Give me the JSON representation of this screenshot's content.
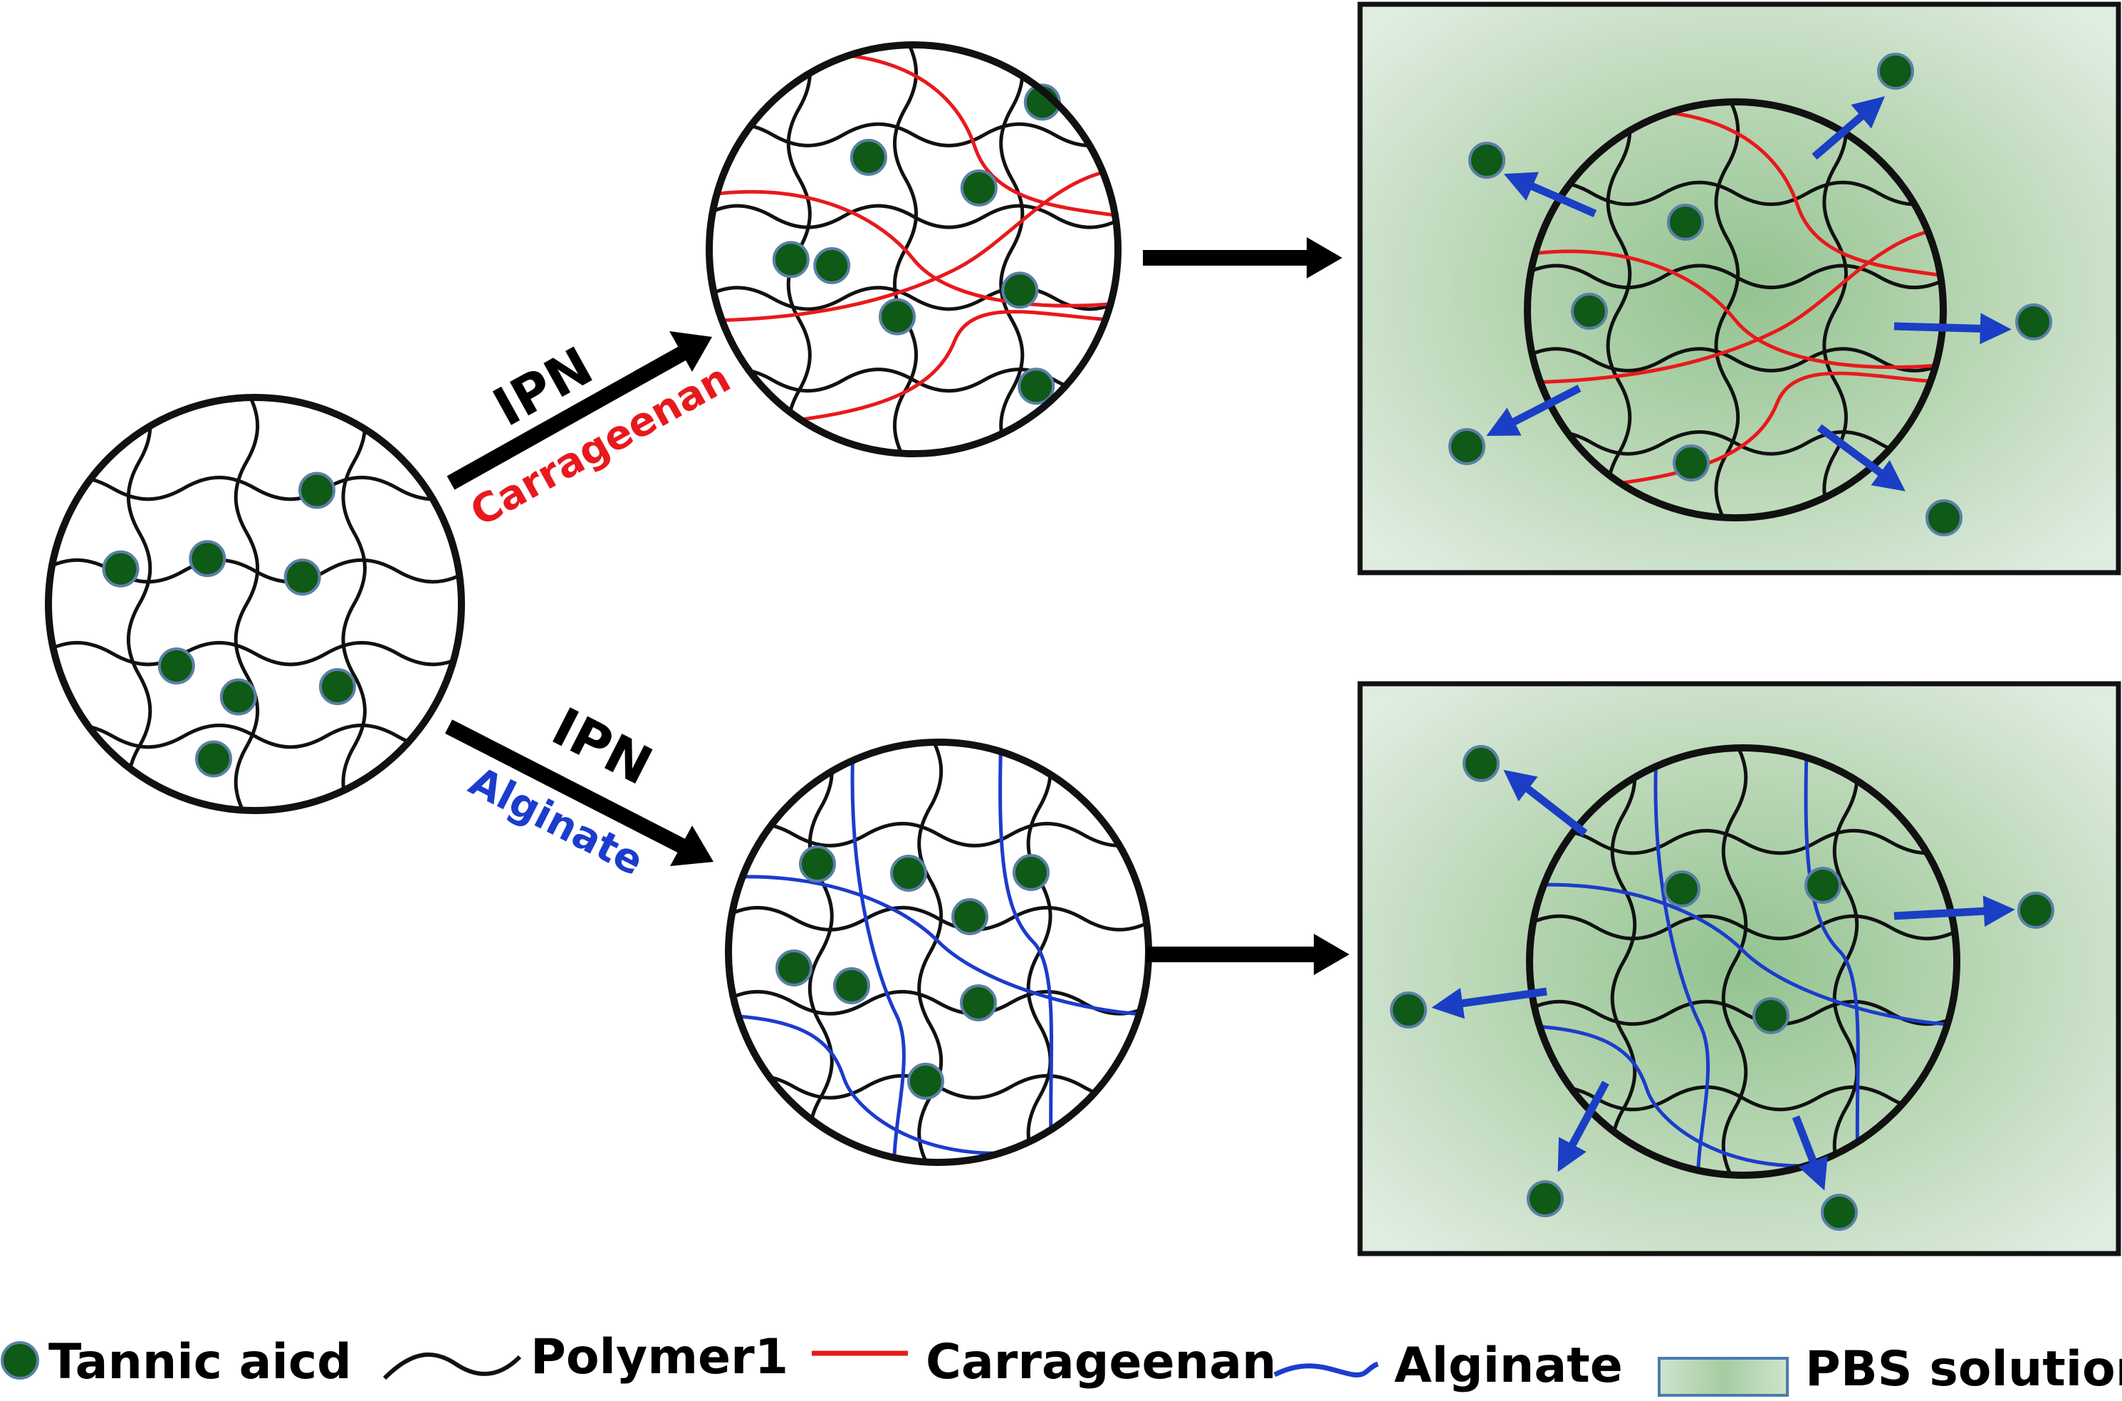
{
  "arrows": {
    "top": {
      "ipn_label": "IPN",
      "material_label": "Carrageenan"
    },
    "bottom": {
      "ipn_label": "IPN",
      "material_label": "Alginate"
    }
  },
  "legend": {
    "tannic": "Tannic aicd",
    "polymer1": "Polymer1",
    "carrageenan": "Carrageenan",
    "alginate": "Alginate",
    "pbs": "PBS solution"
  },
  "colors": {
    "tannic_fill": "#0e5a16",
    "tannic_stroke": "#5b7fa6",
    "polymer1": "#111111",
    "carrageenan": "#e8191c",
    "alginate": "#1c3ccc",
    "release_arrow": "#1a3fc4",
    "pbs_fill": "#a8cca4",
    "pbs_edge": "#d9e7d6"
  }
}
